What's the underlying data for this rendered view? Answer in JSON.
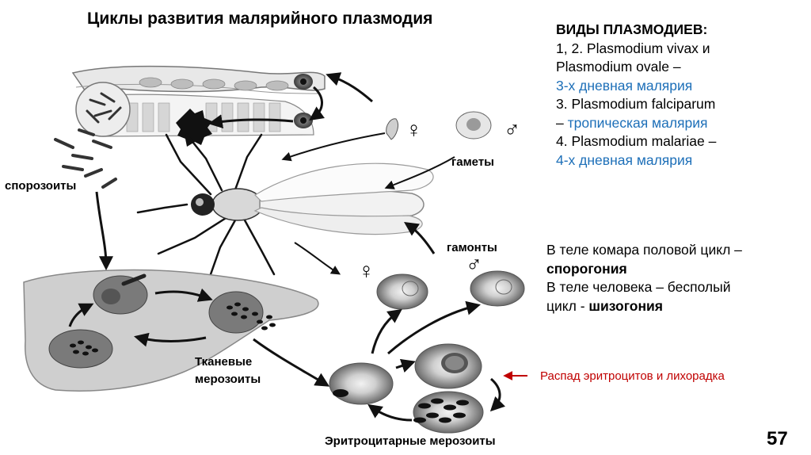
{
  "title": "Циклы развития малярийного плазмодия",
  "species": {
    "heading": "ВИДЫ ПЛАЗМОДИЕВ:",
    "line1": "1, 2. Plasmodium vivax и",
    "line2": "Plasmodium ovale –",
    "line3": "3-х дневная малярия",
    "line4": "3. Plasmodium falciparum",
    "line5_prefix": "– ",
    "line5": "тропическая малярия",
    "line6": "4. Plasmodium malariae –",
    "line7": "4-х дневная малярия"
  },
  "cycle": {
    "line1": "В теле комара половой цикл –",
    "line2": "спорогония",
    "line3": "В теле человека – бесполый",
    "line4_prefix": "цикл - ",
    "line4": "шизогония"
  },
  "labels": {
    "gametes": "гаметы",
    "sporozoites": "спорозоиты",
    "gamonts": "гамонты",
    "tissue_merozoites_1": "Тканевые",
    "tissue_merozoites_2": "мерозоиты",
    "erythro_merozoites": "Эритроцитарные мерозоиты"
  },
  "note": "Распад эритроцитов и лихорадка",
  "page_number": "57",
  "symbols": {
    "female": "♀",
    "male": "♂"
  },
  "colors": {
    "blue_text": "#1d6fb8",
    "red_note": "#c00000"
  }
}
